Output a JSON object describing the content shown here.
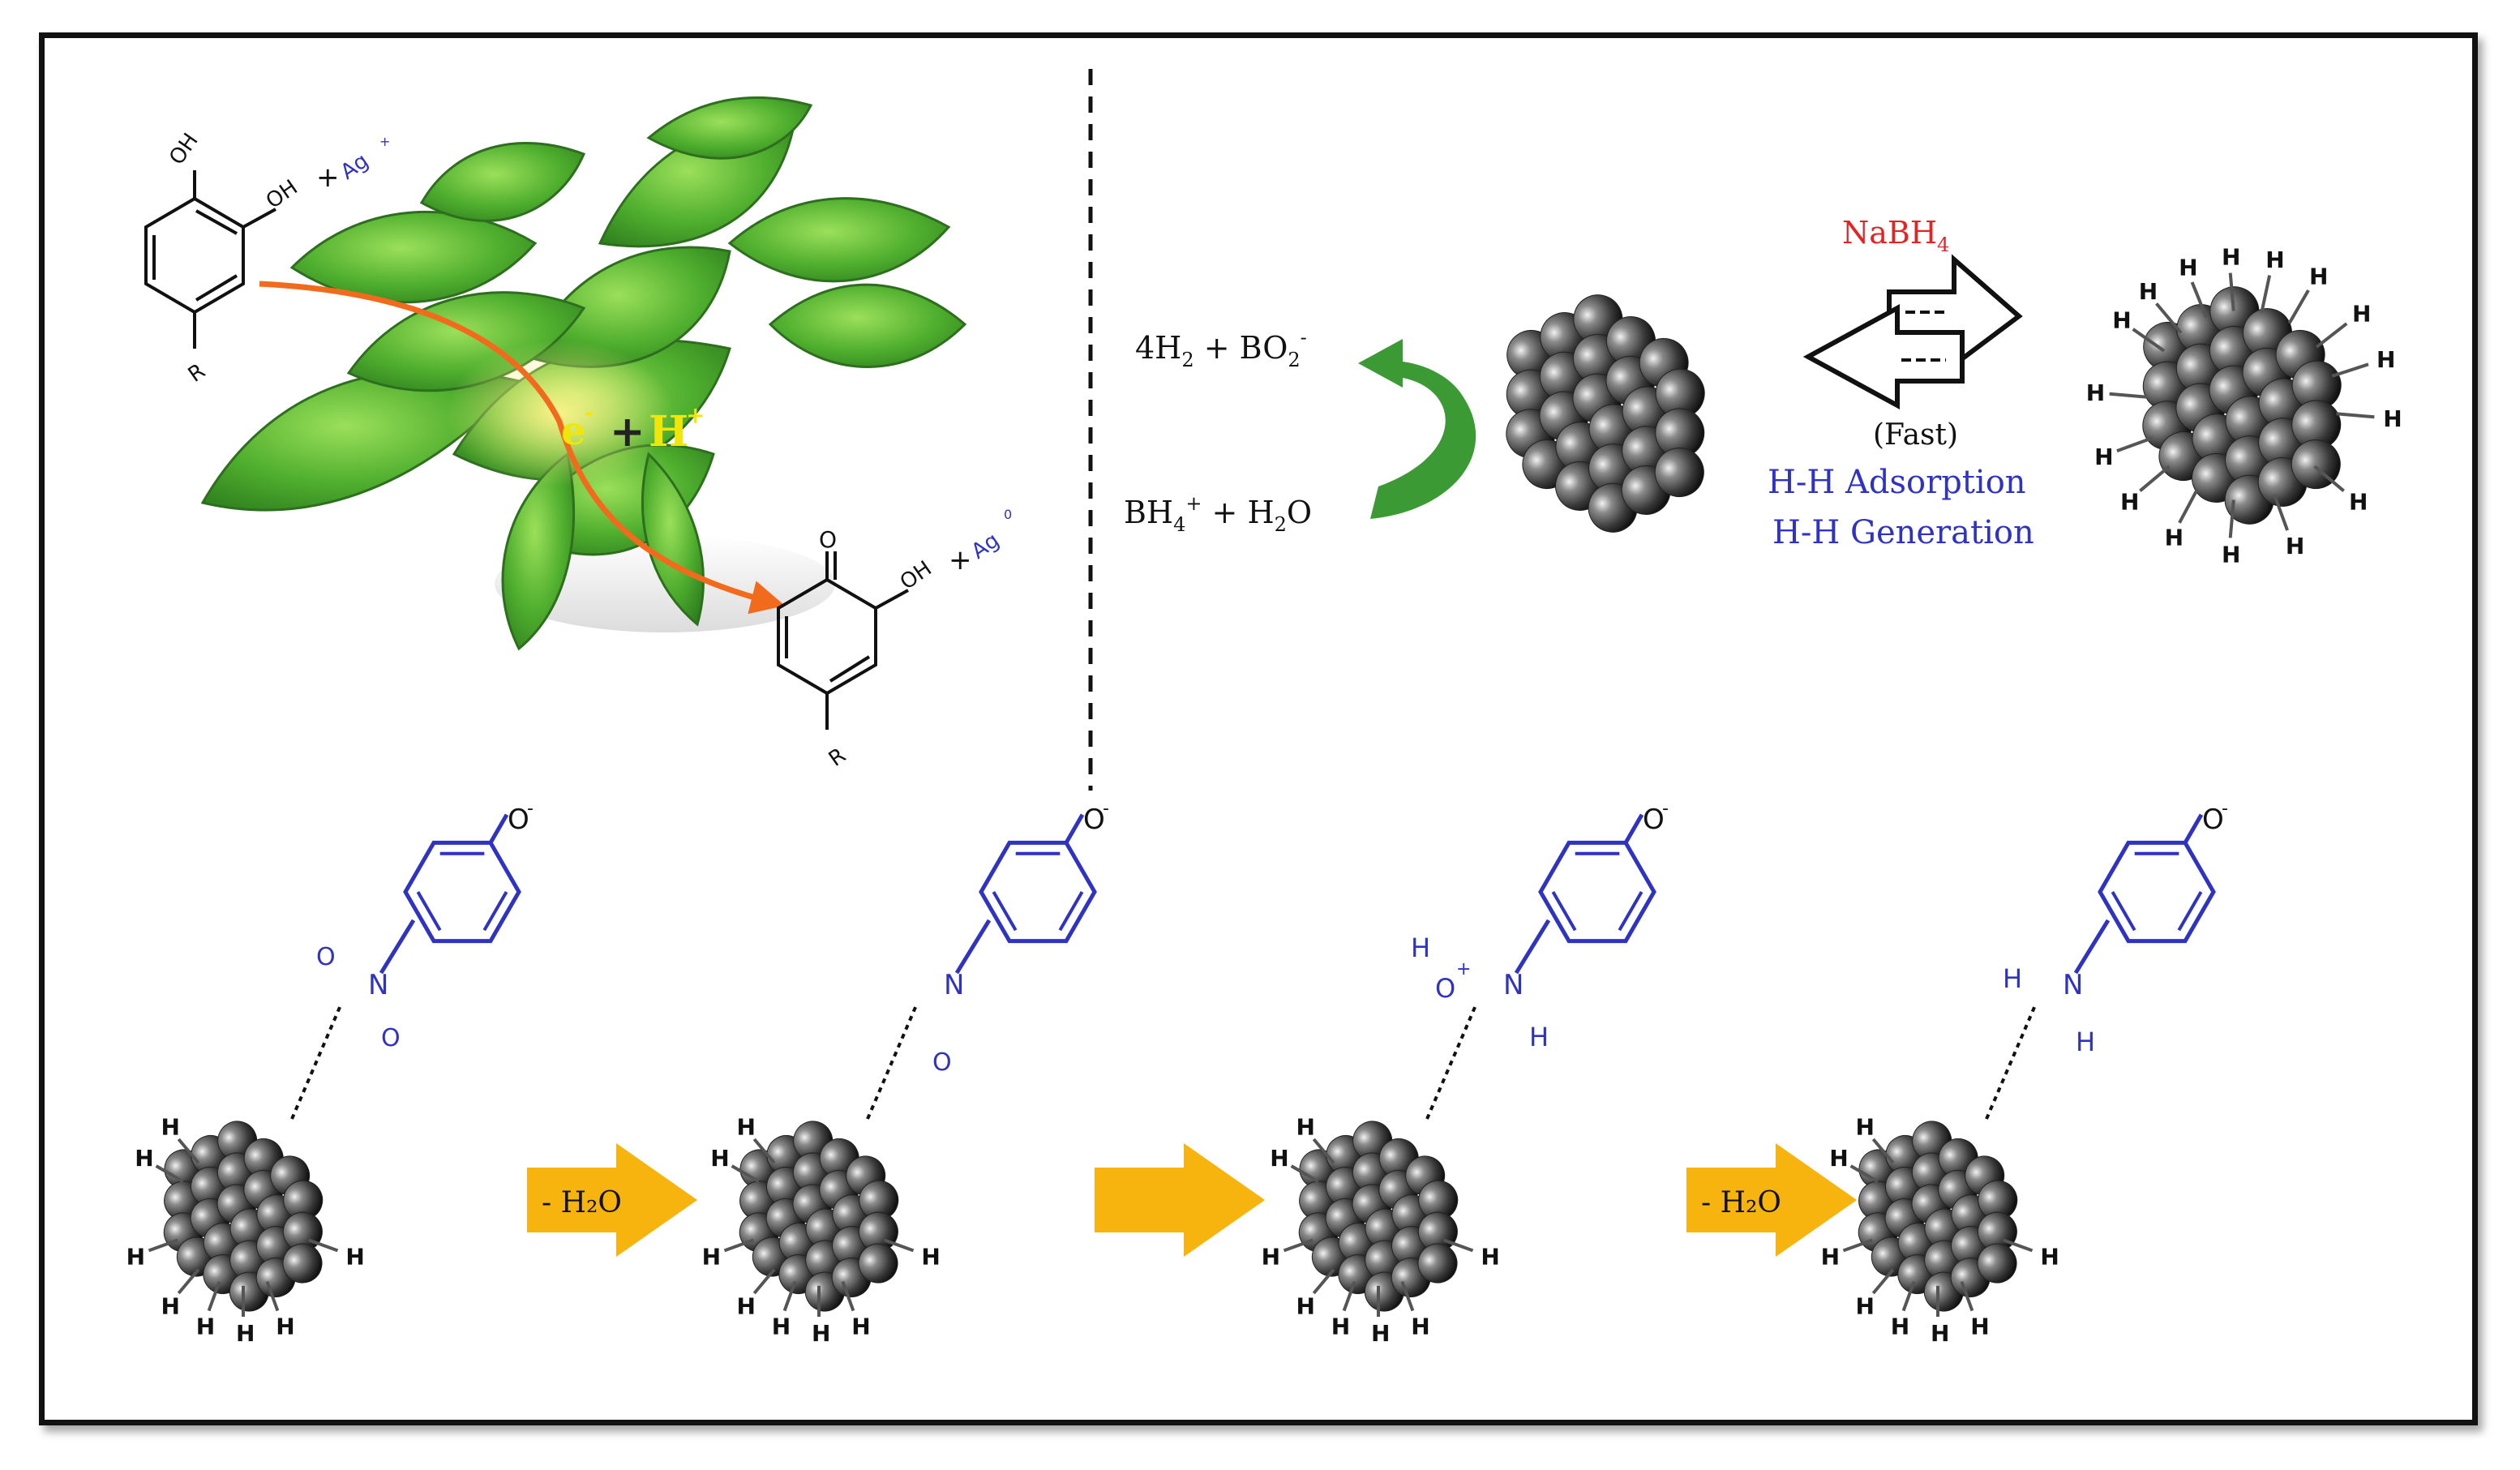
{
  "plant_panel": {
    "reactant": {
      "oh_top": "OH",
      "oh_side": "OH",
      "r": "R",
      "plus": "+",
      "ag_ion": "Ag",
      "ag_ion_charge": "+"
    },
    "transfer": {
      "electron": "e",
      "electron_charge": "-",
      "plus": "+",
      "proton": "H",
      "proton_charge": "+"
    },
    "product": {
      "o": "O",
      "oh": "OH",
      "r": "R",
      "plus": "+",
      "ag_metal": "Ag",
      "ag_metal_charge": "0"
    }
  },
  "hydride_panel": {
    "top_product": {
      "lead": "4H",
      "sub1": "2",
      "mid": " + BO",
      "sub2": "2",
      "sup": "-"
    },
    "bottom_reactant": {
      "lead": "BH",
      "sub": "4",
      "sup": "+",
      "mid": " + H",
      "sub2": "2",
      "tail": "O"
    },
    "reagent": {
      "main": "NaBH",
      "sub": "4"
    },
    "condition": "(Fast)",
    "note_line1": "H-H Adsorption",
    "note_line2": "H-H Generation",
    "surface_h": "H"
  },
  "mechanism": {
    "step_label_1": "- H₂O",
    "step_label_3": "- H₂O",
    "phenolate": "O",
    "phenolate_charge": "-",
    "n": "N",
    "o": "O",
    "o_plus": "+",
    "h": "H"
  },
  "colors": {
    "blue": "#2f33c4",
    "red": "#e82222",
    "arrow_orange": "#f7b40f",
    "curved_arrow_green": "#3c9a34",
    "nanoparticle_gray": "#555555"
  }
}
